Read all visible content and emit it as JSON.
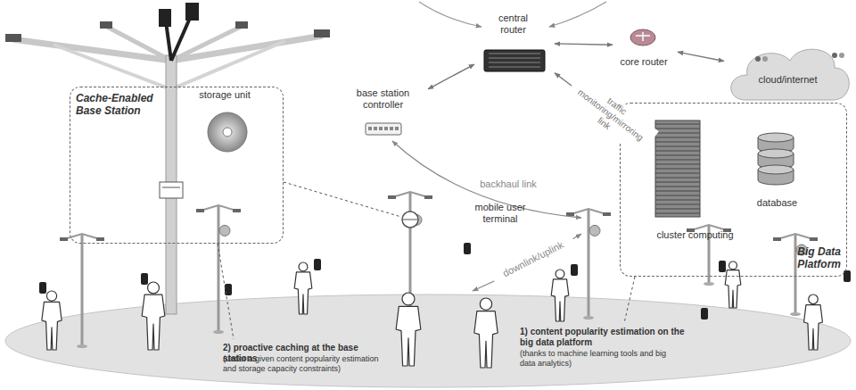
{
  "diagram": {
    "nodes": [
      {
        "text": [
          "Cache-Enabled Base Station"
        ]
      },
      {
        "text": [
          "central router"
        ]
      },
      {
        "text": [
          "base station controller"
        ]
      },
      {
        "text": [
          "core router"
        ]
      },
      {
        "text": [
          "cloud/internet"
        ]
      },
      {
        "text": [
          "Big Data Platform"
        ]
      },
      {
        "text": [
          "cluster computing"
        ],
        "in": 5
      },
      {
        "text": [
          "database"
        ],
        "in": 5
      }
    ],
    "edges": [
      {
        "from": 1,
        "to": 2,
        "arrow": "both"
      },
      {
        "from": 1,
        "to": 3,
        "arrow": "both"
      },
      {
        "from": 3,
        "to": 4,
        "arrow": "both"
      },
      {
        "from": 1,
        "to": 6,
        "arrow": "both",
        "label": "traffic monitoring/mirroring link"
      }
    ],
    "labels": [
      "storage unit",
      "mobile user terminal",
      "backhaul link",
      "downlink/uplink",
      "2) proactive caching at the base stations",
      "(under a given content popularity estimation and storage capacity constraints)",
      "1) content popularity estimation on the big data platform",
      "(thanks to machine learning tools and big data analytics)"
    ]
  }
}
